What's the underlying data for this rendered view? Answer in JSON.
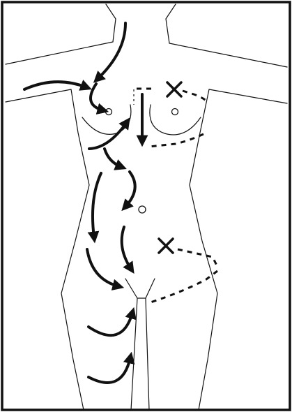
{
  "figure": {
    "subject": "anterior-torso-lymphatic-drainage-diagram",
    "colors": {
      "ink": "#111111",
      "paper": "#ffffff"
    },
    "markers": {
      "nodes": 3,
      "excision_marks": 2
    }
  }
}
